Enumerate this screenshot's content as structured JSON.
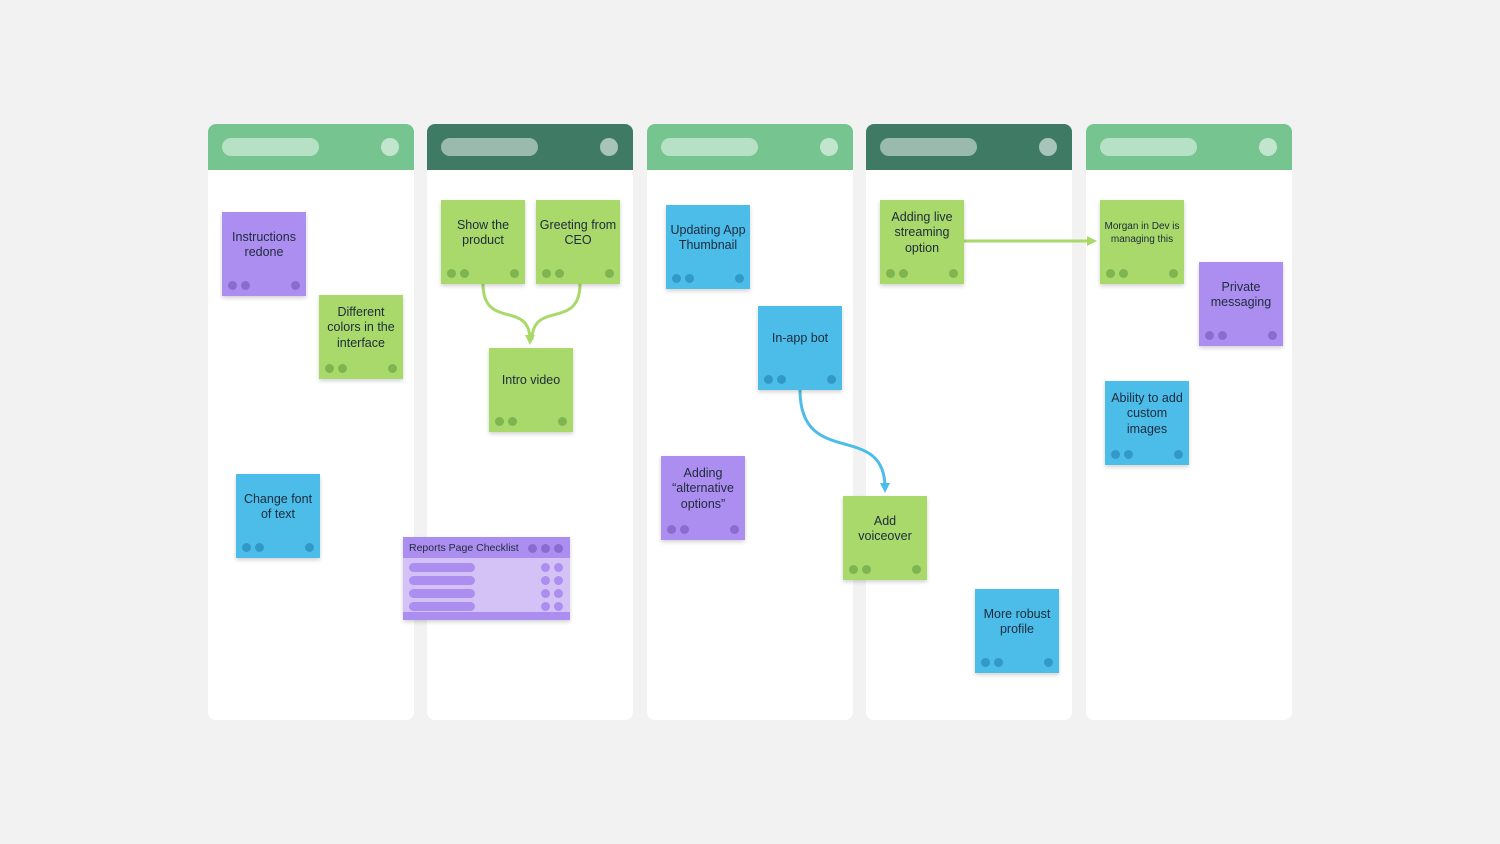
{
  "board": {
    "columns": [
      {
        "id": "col-1",
        "header_style": "light"
      },
      {
        "id": "col-2",
        "header_style": "dark"
      },
      {
        "id": "col-3",
        "header_style": "light"
      },
      {
        "id": "col-4",
        "header_style": "dark"
      },
      {
        "id": "col-5",
        "header_style": "light"
      }
    ],
    "notes": {
      "instructions_redone": "Instructions redone",
      "different_colors": "Different colors in the interface",
      "change_font": "Change font of text",
      "show_product": "Show the product",
      "greeting_ceo": "Greeting from CEO",
      "intro_video": "Intro video",
      "updating_thumbnail": "Updating App Thumbnail",
      "inapp_bot": "In-app bot",
      "alternative_options": "Adding “alternative options”",
      "live_streaming": "Adding live streaming option",
      "add_voiceover": "Add voiceover",
      "robust_profile": "More robust profile",
      "morgan_dev": "Morgan in Dev is managing this",
      "private_messaging": "Private messaging",
      "custom_images": "Ability to add custom images"
    },
    "checklist": {
      "title": "Reports Page Checklist"
    }
  },
  "colors": {
    "background": "#f2f2f2",
    "header_light": "#76c591",
    "header_dark": "#3f7b64",
    "note_green": "#a8d96a",
    "note_blue": "#4cbde9",
    "note_purple": "#ac8ef0"
  }
}
